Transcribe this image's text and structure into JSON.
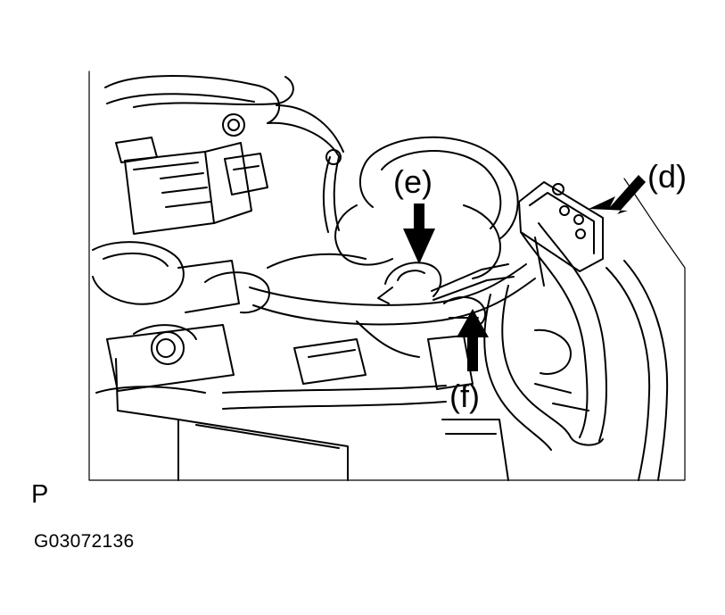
{
  "figure": {
    "callouts": {
      "d": "(d)",
      "e": "(e)",
      "f": "(f)"
    },
    "view_letter": "P",
    "figure_id": "G03072136",
    "line_color": "#000000",
    "background_color": "#ffffff",
    "arrow_icon": "solid-arrow-icon"
  }
}
